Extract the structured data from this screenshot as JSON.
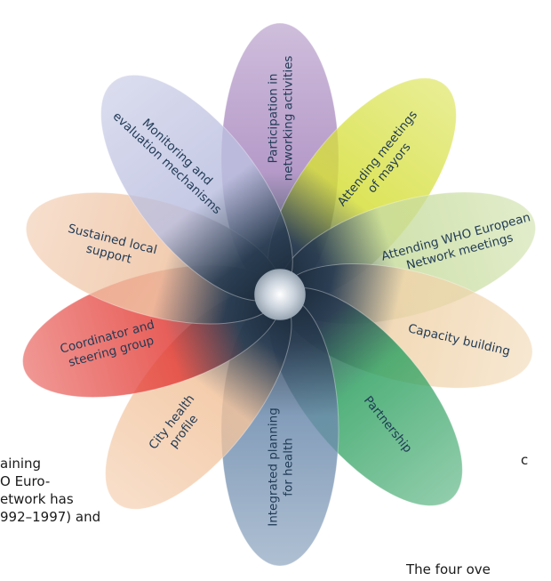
{
  "diagram": {
    "center_color": "#c7d0da",
    "petals": [
      {
        "lines": [
          "Participation in",
          "networking activities"
        ],
        "color": "#a888bf"
      },
      {
        "lines": [
          "Attending meetings",
          "of mayors"
        ],
        "color": "#d6df3c"
      },
      {
        "lines": [
          "Attending WHO European",
          "Network meetings"
        ],
        "color": "#c9dda0"
      },
      {
        "lines": [
          "Capacity building"
        ],
        "color": "#f0d4ac"
      },
      {
        "lines": [
          "Partnership"
        ],
        "color": "#36a466"
      },
      {
        "lines": [
          "Integrated planning",
          "for health"
        ],
        "color": "#6e8cae"
      },
      {
        "lines": [
          "City health",
          "profile"
        ],
        "color": "#f2c49e"
      },
      {
        "lines": [
          "Coordinator and",
          "steering group"
        ],
        "color": "#e4433d"
      },
      {
        "lines": [
          "Sustained local",
          "support"
        ],
        "color": "#efc4a4"
      },
      {
        "lines": [
          "Monitoring and",
          "evaluation mechanisms"
        ],
        "color": "#bcc0e0"
      }
    ]
  },
  "body_text": {
    "left_lines": [
      "aining",
      "O Euro-",
      "etwork  has",
      "992–1997) and"
    ],
    "right_fragment": "c",
    "bottom_right": "The four ove"
  },
  "colors": {
    "label_text": "#1f3a55",
    "body_text": "#1a1a1a"
  }
}
